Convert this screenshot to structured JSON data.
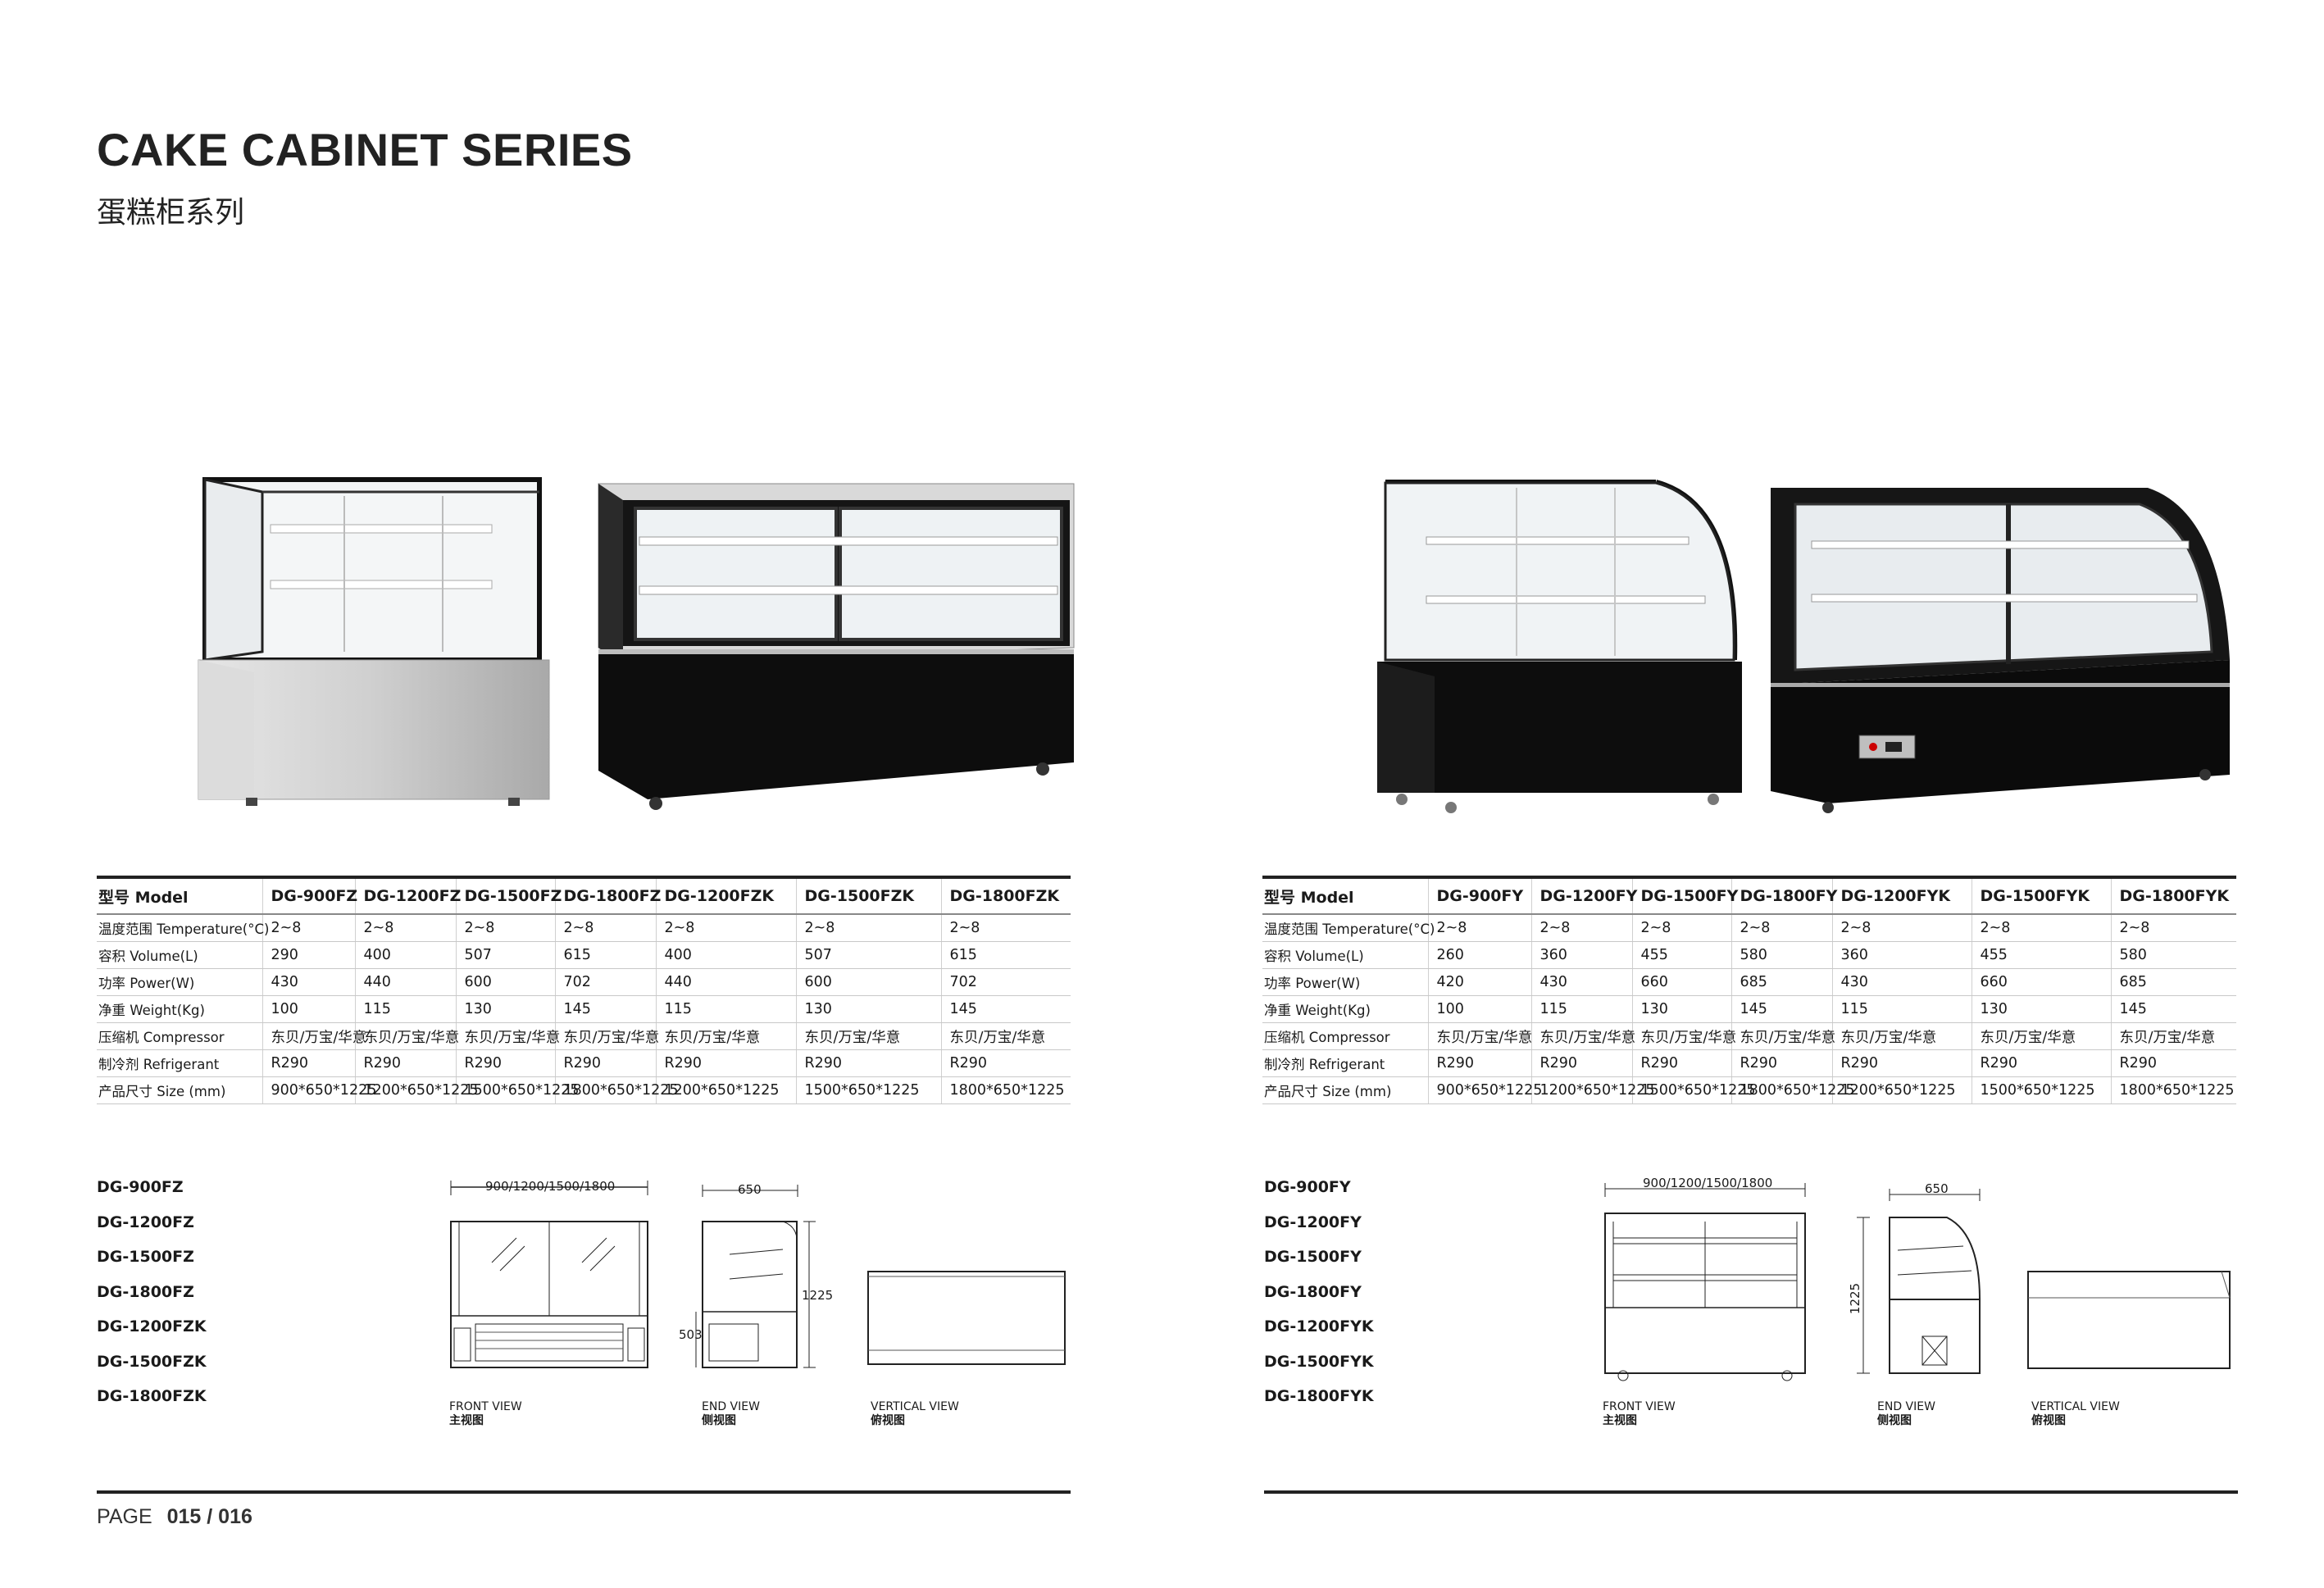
{
  "header": {
    "title": "CAKE CABINET SERIES",
    "subtitle": "蛋糕柜系列"
  },
  "left": {
    "table": {
      "headers": [
        "型号 Model",
        "DG-900FZ",
        "DG-1200FZ",
        "DG-1500FZ",
        "DG-1800FZ",
        "DG-1200FZK",
        "DG-1500FZK",
        "DG-1800FZK"
      ],
      "rows": [
        [
          "温度范围 Temperature(°C)",
          "2~8",
          "2~8",
          "2~8",
          "2~8",
          "2~8",
          "2~8",
          "2~8"
        ],
        [
          "容积 Volume(L)",
          "290",
          "400",
          "507",
          "615",
          "400",
          "507",
          "615"
        ],
        [
          "功率 Power(W)",
          "430",
          "440",
          "600",
          "702",
          "440",
          "600",
          "702"
        ],
        [
          "净重 Weight(Kg)",
          "100",
          "115",
          "130",
          "145",
          "115",
          "130",
          "145"
        ],
        [
          "压缩机 Compressor",
          "东贝/万宝/华意",
          "东贝/万宝/华意",
          "东贝/万宝/华意",
          "东贝/万宝/华意",
          "东贝/万宝/华意",
          "东贝/万宝/华意",
          "东贝/万宝/华意"
        ],
        [
          "制冷剂 Refrigerant",
          "R290",
          "R290",
          "R290",
          "R290",
          "R290",
          "R290",
          "R290"
        ],
        [
          "产品尺寸 Size (mm)",
          "900*650*1225",
          "1200*650*1225",
          "1500*650*1225",
          "1800*650*1225",
          "1200*650*1225",
          "1500*650*1225",
          "1800*650*1225"
        ]
      ]
    },
    "models": [
      "DG-900FZ",
      "DG-1200FZ",
      "DG-1500FZ",
      "DG-1800FZ",
      "DG-1200FZK",
      "DG-1500FZK",
      "DG-1800FZK"
    ],
    "drawing": {
      "width_dim": "900/1200/1500/1800",
      "depth_dim": "650",
      "height_dim": "1225",
      "base_dim": "503"
    },
    "views": {
      "front_en": "FRONT VIEW",
      "front_cn": "主视图",
      "end_en": "END VIEW",
      "end_cn": "侧视图",
      "vertical_en": "VERTICAL VIEW",
      "vertical_cn": "俯视图"
    }
  },
  "right": {
    "table": {
      "headers": [
        "型号 Model",
        "DG-900FY",
        "DG-1200FY",
        "DG-1500FY",
        "DG-1800FY",
        "DG-1200FYK",
        "DG-1500FYK",
        "DG-1800FYK"
      ],
      "rows": [
        [
          "温度范围 Temperature(°C)",
          "2~8",
          "2~8",
          "2~8",
          "2~8",
          "2~8",
          "2~8",
          "2~8"
        ],
        [
          "容积 Volume(L)",
          "260",
          "360",
          "455",
          "580",
          "360",
          "455",
          "580"
        ],
        [
          "功率 Power(W)",
          "420",
          "430",
          "660",
          "685",
          "430",
          "660",
          "685"
        ],
        [
          "净重 Weight(Kg)",
          "100",
          "115",
          "130",
          "145",
          "115",
          "130",
          "145"
        ],
        [
          "压缩机 Compressor",
          "东贝/万宝/华意",
          "东贝/万宝/华意",
          "东贝/万宝/华意",
          "东贝/万宝/华意",
          "东贝/万宝/华意",
          "东贝/万宝/华意",
          "东贝/万宝/华意"
        ],
        [
          "制冷剂 Refrigerant",
          "R290",
          "R290",
          "R290",
          "R290",
          "R290",
          "R290",
          "R290"
        ],
        [
          "产品尺寸 Size (mm)",
          "900*650*1225",
          "1200*650*1225",
          "1500*650*1225",
          "1800*650*1225",
          "1200*650*1225",
          "1500*650*1225",
          "1800*650*1225"
        ]
      ]
    },
    "models": [
      "DG-900FY",
      "DG-1200FY",
      "DG-1500FY",
      "DG-1800FY",
      "DG-1200FYK",
      "DG-1500FYK",
      "DG-1800FYK"
    ],
    "drawing": {
      "width_dim": "900/1200/1500/1800",
      "depth_dim": "650",
      "height_dim": "1225"
    },
    "views": {
      "front_en": "FRONT VIEW",
      "front_cn": "主视图",
      "end_en": "END VIEW",
      "end_cn": "侧视图",
      "vertical_en": "VERTICAL VIEW",
      "vertical_cn": "俯视图"
    }
  },
  "footer": {
    "page_label": "PAGE",
    "page_numbers": "015 / 016"
  }
}
